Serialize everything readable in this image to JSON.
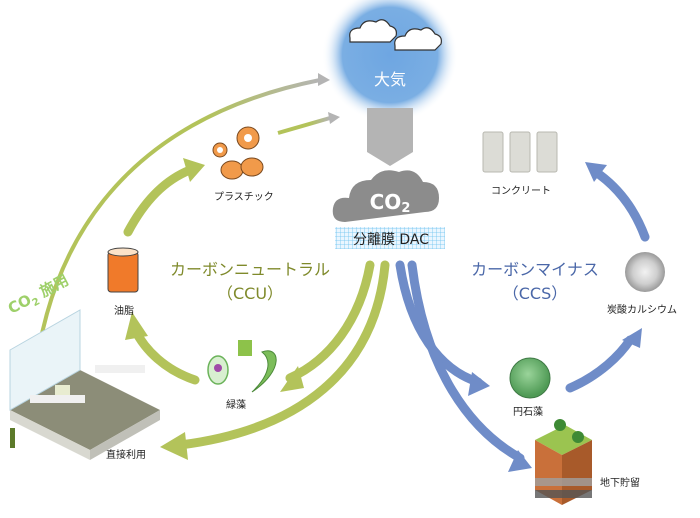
{
  "title": "DAC carbon capture utilization and storage diagram",
  "colors": {
    "ccu_green": "#b3c35a",
    "ccs_blue": "#6f8cc8",
    "atmosphere_blue": "#7aaee3",
    "co2_cloud_gray": "#8c8c8c",
    "return_arrow_gray": "#b4b4b4",
    "ccu_text": "#7f8a2b",
    "ccs_text": "#4a67a8"
  },
  "atmosphere": {
    "label": "大気",
    "icon": "clouds-icon"
  },
  "center": {
    "co2_label": "CO",
    "co2_subscript": "2",
    "dac_label": "分離膜 DAC"
  },
  "ccu": {
    "title": "カーボンニュートラル",
    "abbr": "（CCU）"
  },
  "ccs": {
    "title": "カーボンマイナス",
    "abbr": "（CCS）"
  },
  "ccu_items": {
    "plastic": "プラスチック",
    "oil": "油脂",
    "algae": "緑藻",
    "direct": "直接利用",
    "greenhouse_banner": "CO",
    "greenhouse_banner_sub": "2",
    "greenhouse_banner_rest": " 施用"
  },
  "ccs_items": {
    "concrete": "コンクリート",
    "calcium_carbonate": "炭酸カルシウム",
    "coccolith": "円石藻",
    "underground": "地下貯留"
  }
}
